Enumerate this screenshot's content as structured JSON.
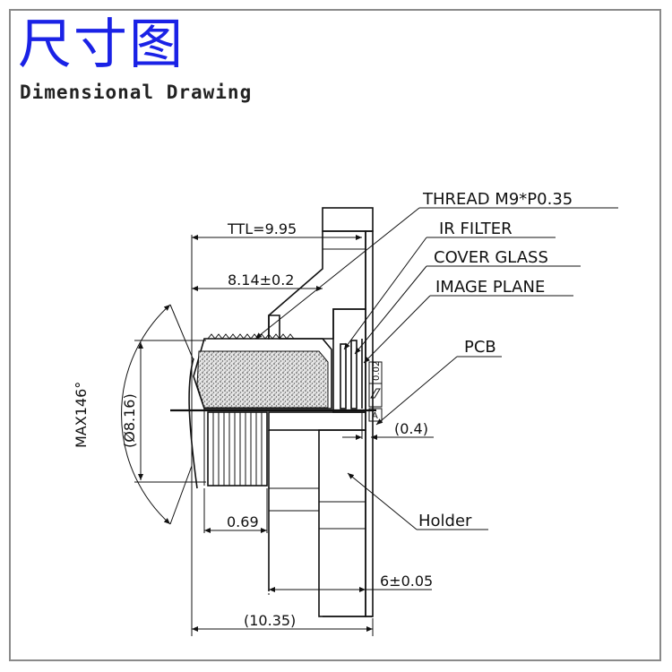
{
  "title_cn": "尺寸图",
  "title_en": "Dimensional Drawing",
  "callouts": {
    "thread": "THREAD M9*P0.35",
    "ir_filter": "IR FILTER",
    "cover_glass": "COVER GLASS",
    "image_plane": "IMAGE PLANE",
    "pcb": "PCB",
    "holder": "Holder"
  },
  "dimensions": {
    "ttl": "TTL=9.95",
    "flange": "8.14±0.2",
    "max_fov": "MAX146°",
    "diameter": "(Ø8.16)",
    "thread_len": "0.69",
    "gap": "(0.4)",
    "holder_height": "6±0.05",
    "total_len": "(10.35)",
    "flatness": "0.02",
    "datum": "A"
  }
}
